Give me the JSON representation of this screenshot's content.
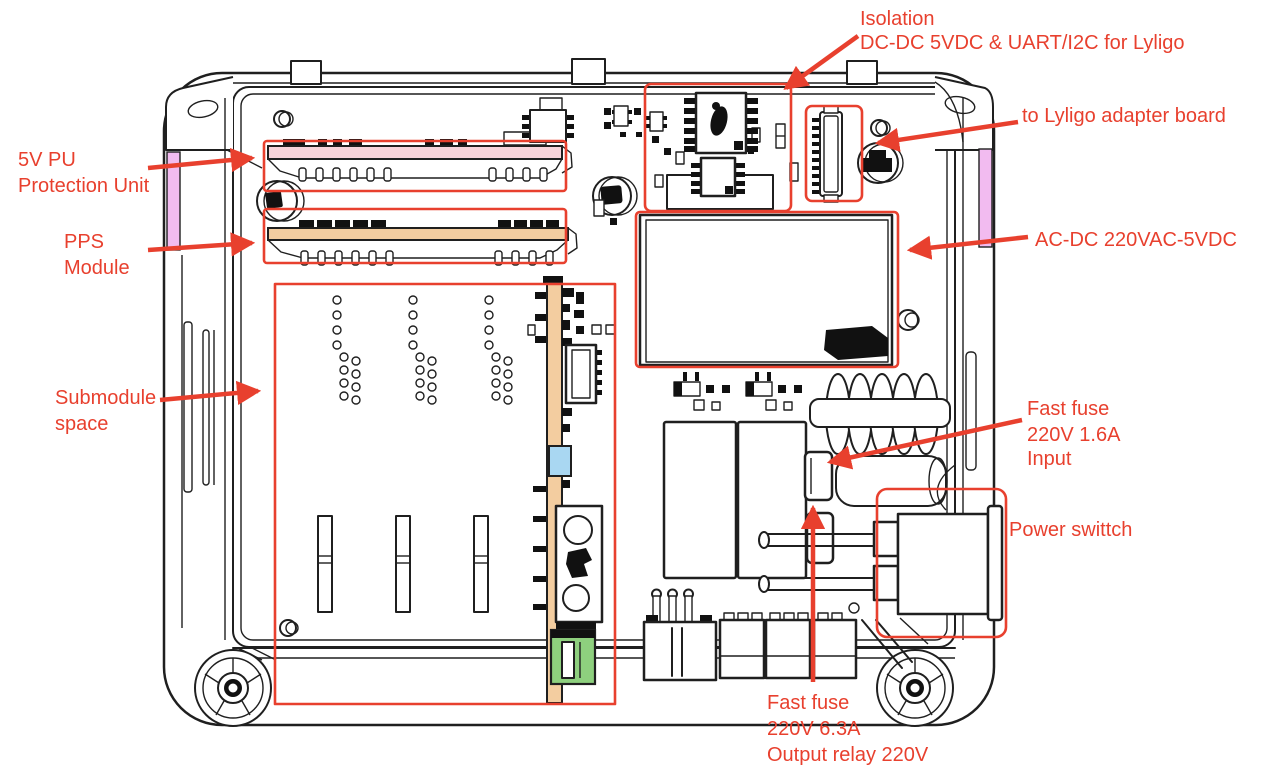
{
  "colors": {
    "annotation": "#e8402e",
    "board_pink": "#f8d3da",
    "board_tan": "#f3cda0",
    "rail_pink": "#f2bbf0",
    "component_blue": "#a9d7f2",
    "connector_green": "#8ed07e",
    "line": "#1f1f1f"
  },
  "labels": {
    "isolation": {
      "line1": "Isolation",
      "line2": "DC-DC 5VDC & UART/I2C for Lyligo"
    },
    "lyligo": {
      "line1": "to Lyligo adapter board"
    },
    "pu5v": {
      "line1": "5V PU",
      "line2": "Protection Unit"
    },
    "pps": {
      "line1": "PPS",
      "line2": "Module"
    },
    "acdc": {
      "line1": "AC-DC 220VAC-5VDC"
    },
    "submodule": {
      "line1": "Submodule",
      "line2": "space"
    },
    "fuse_input": {
      "line1": "Fast fuse",
      "line2": "220V 1.6A",
      "line3": "Input"
    },
    "power_switch": {
      "line1": "Power swittch"
    },
    "fuse_output": {
      "line1": "Fast fuse",
      "line2": "220V 6.3A",
      "line3": "Output relay 220V"
    }
  }
}
